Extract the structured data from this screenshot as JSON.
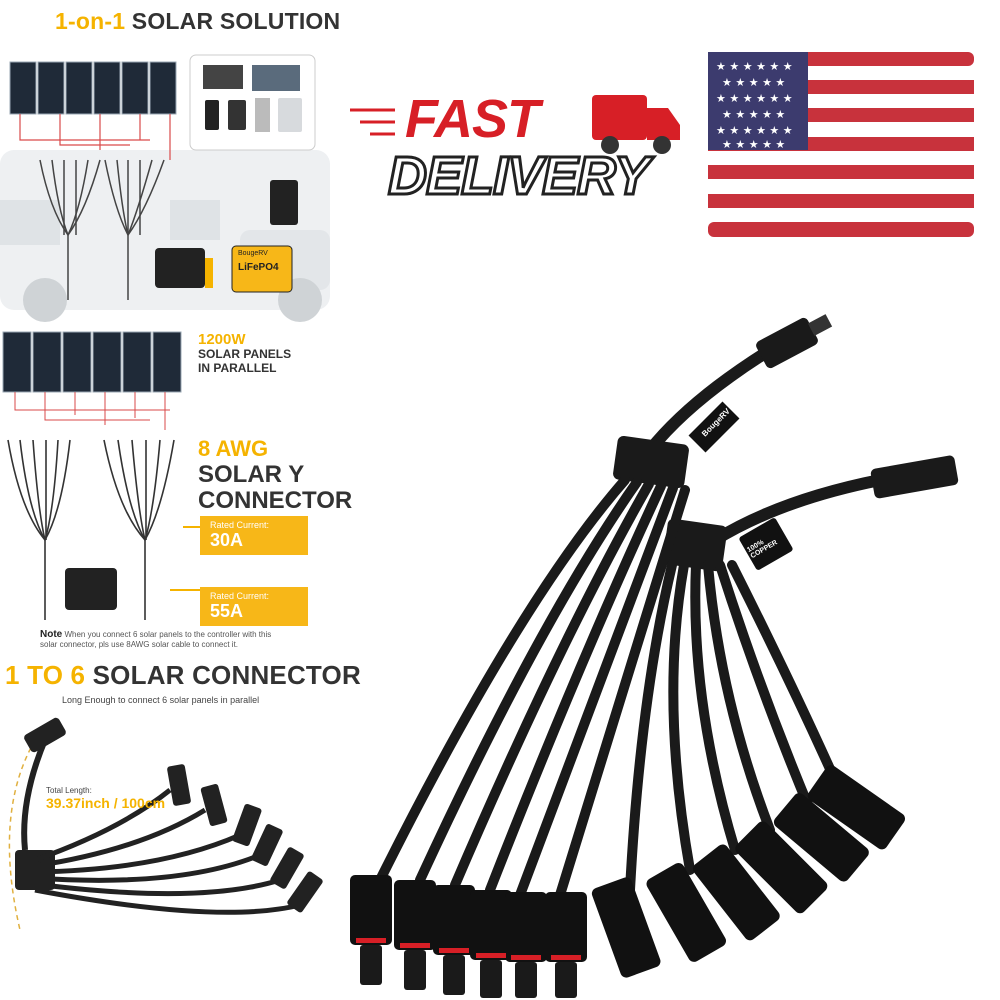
{
  "top_heading": {
    "prefix": "1-on-1",
    "rest": "SOLAR SOLUTION"
  },
  "fast_delivery": {
    "line1": "FAST",
    "line2": "DELIVERY"
  },
  "panels_label": {
    "watt": "1200W",
    "line1": "SOLAR PANELS",
    "line2": "IN PARALLEL"
  },
  "connector_label": {
    "awg": "8 AWG",
    "line1": "SOLAR Y",
    "line2": "CONNECTOR"
  },
  "rated_1": {
    "caption": "Rated Current:",
    "value": "30A"
  },
  "rated_2": {
    "caption": "Rated Current:",
    "value": "55A"
  },
  "note": {
    "label": "Note",
    "text": "When you connect 6 solar panels to the controller with this solar connector, pls use 8AWG solar cable to connect it."
  },
  "bottom_heading": {
    "prefix": "1 TO 6",
    "rest": "SOLAR CONNECTOR"
  },
  "bottom_sub": "Long Enough to connect 6 solar panels in parallel",
  "total_length": {
    "caption": "Total Length:",
    "value": "39.37inch / 100cm"
  },
  "battery_label": "LiFePO4",
  "brand": "BougeRV",
  "copper_tag": "100% COPPER",
  "colors": {
    "accent": "#f5b300",
    "red": "#d71f26",
    "flag_blue": "#3c3b6e",
    "flag_red": "#c8323c"
  }
}
